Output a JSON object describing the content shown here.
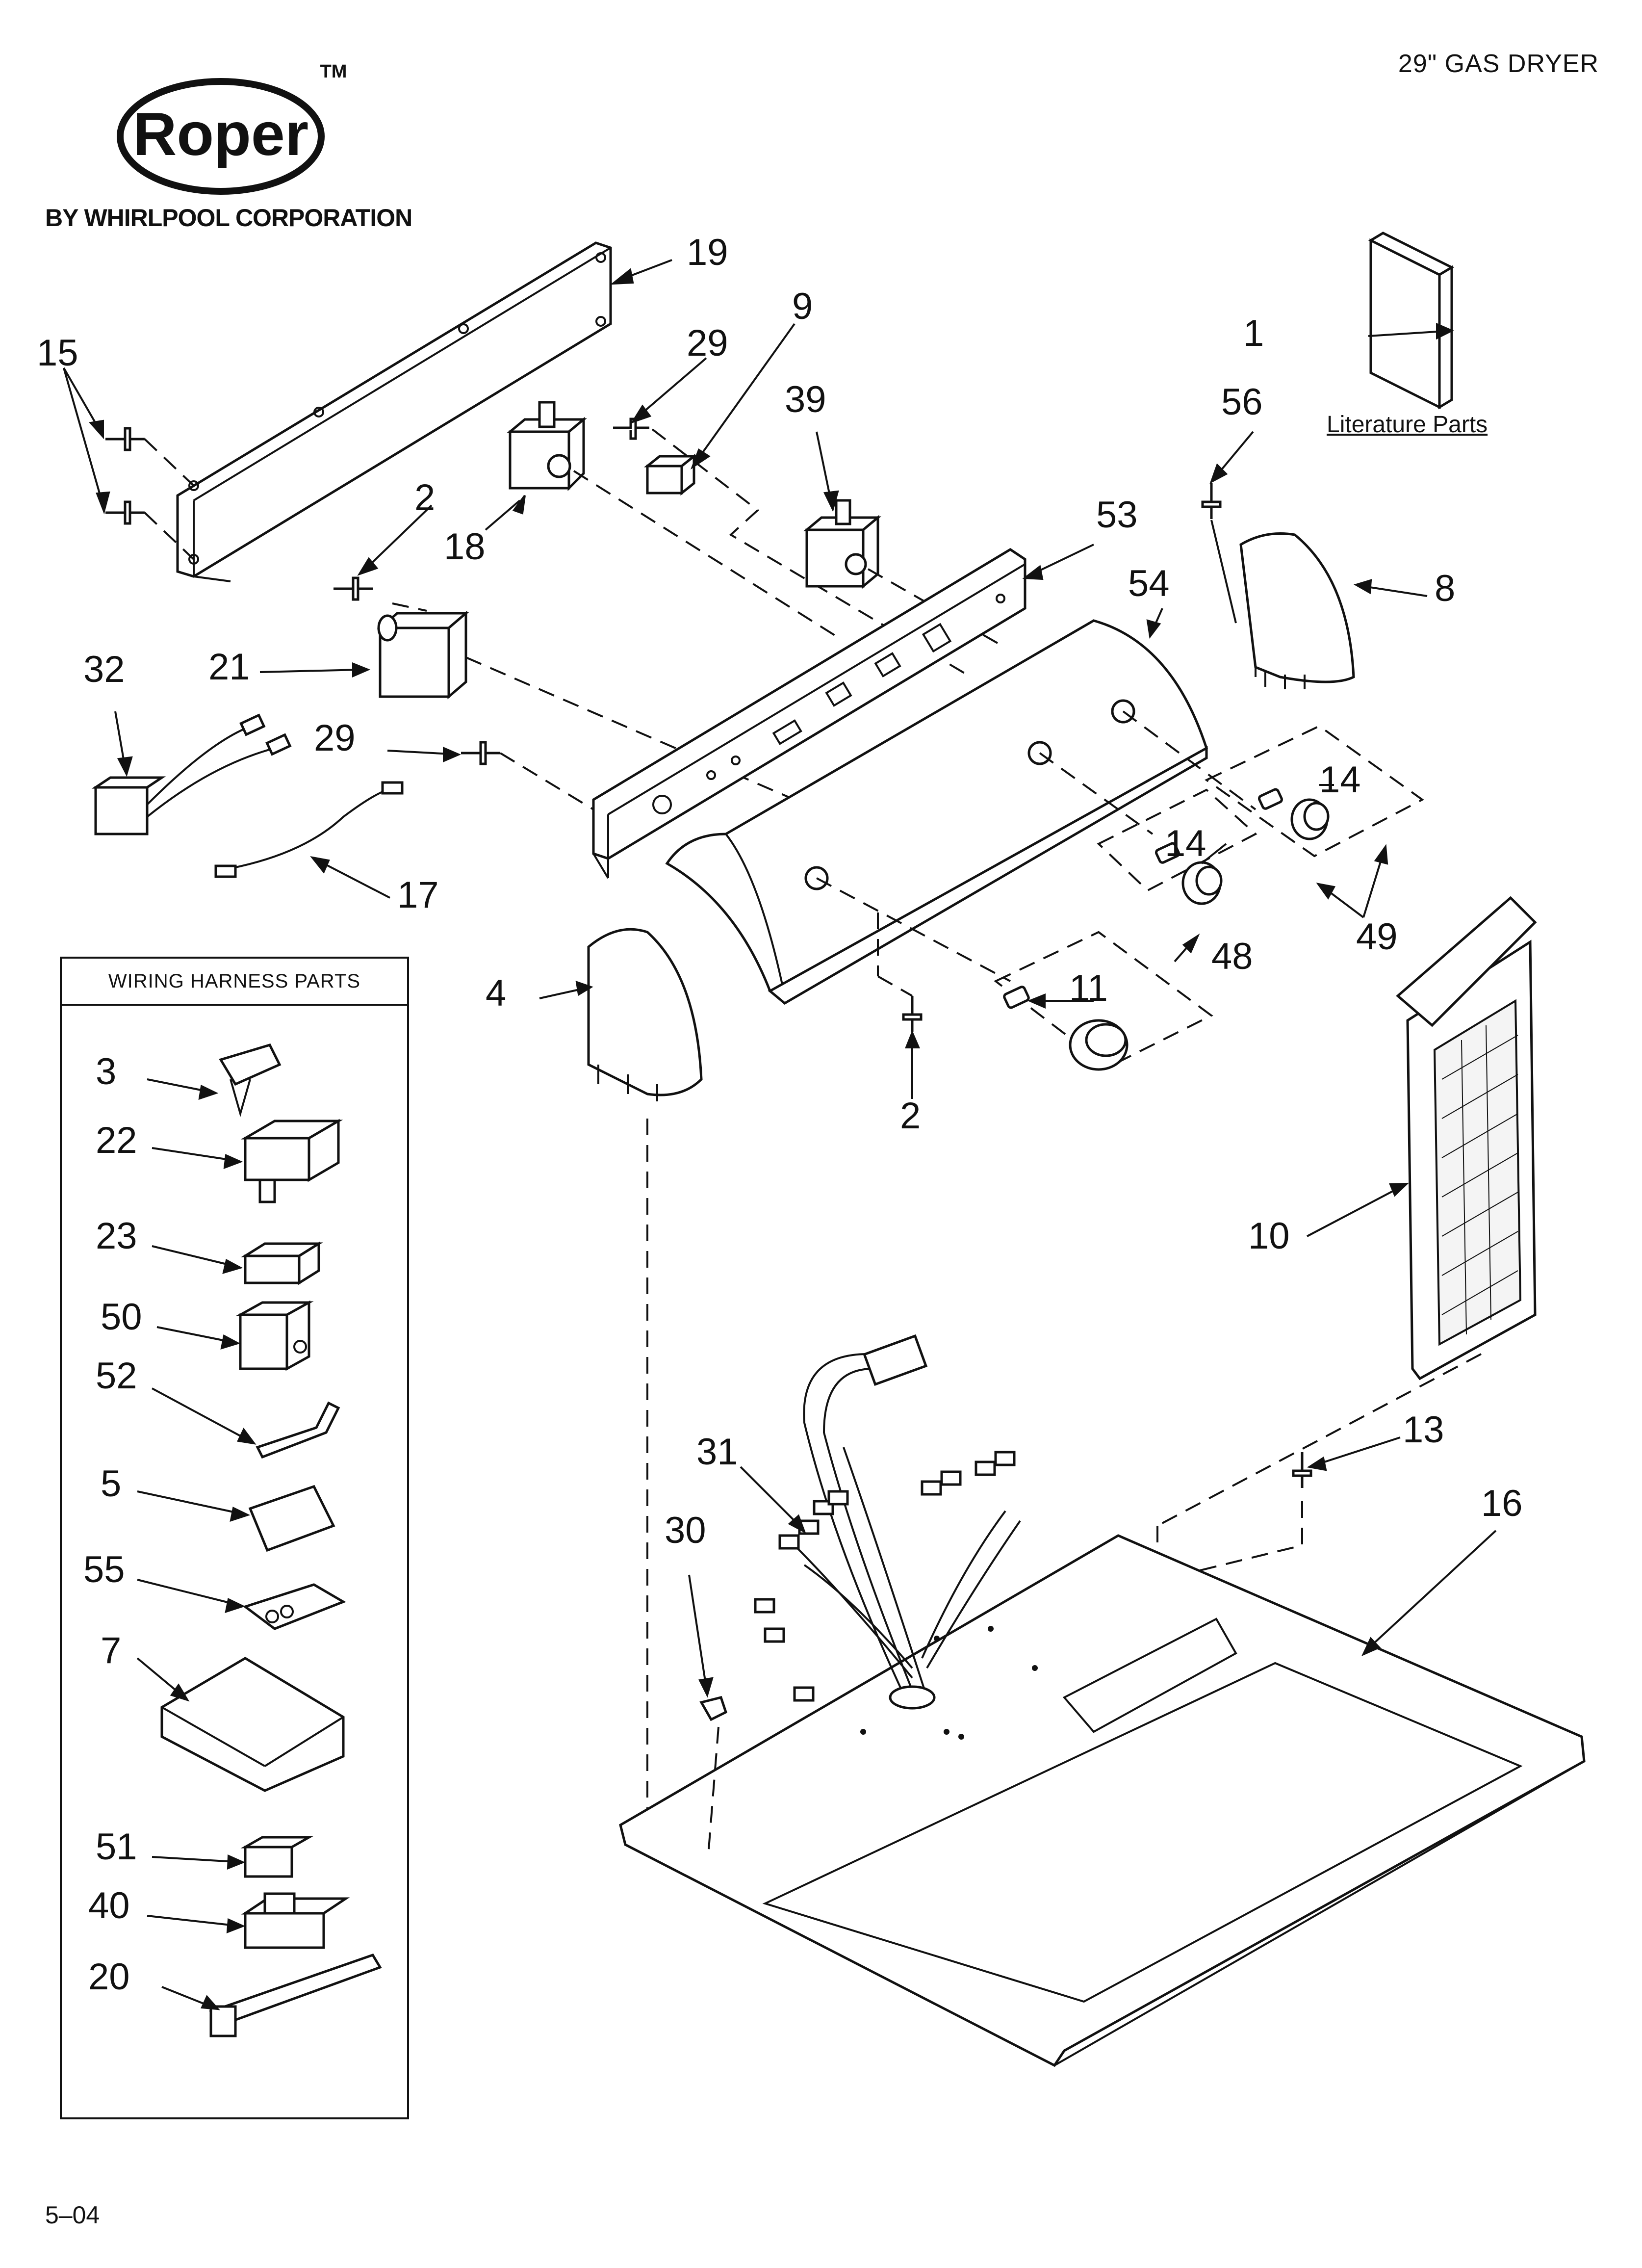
{
  "header": {
    "brand_logo_text": "Roper",
    "trademark": "TM",
    "byline": "BY WHIRLPOOL CORPORATION",
    "model_title": "29\" GAS DRYER"
  },
  "literature": {
    "label": "Literature Parts"
  },
  "wiring_box": {
    "title": "WIRING HARNESS PARTS"
  },
  "footer": {
    "date_code": "5–04"
  },
  "callouts": {
    "c1": "1",
    "c2a": "2",
    "c2b": "2",
    "c3": "3",
    "c4": "4",
    "c5": "5",
    "c7": "7",
    "c8": "8",
    "c9": "9",
    "c10": "10",
    "c11": "11",
    "c13": "13",
    "c14a": "14",
    "c14b": "14",
    "c15": "15",
    "c16": "16",
    "c17": "17",
    "c18": "18",
    "c19": "19",
    "c20": "20",
    "c21": "21",
    "c22": "22",
    "c23": "23",
    "c29a": "29",
    "c29b": "29",
    "c30": "30",
    "c31": "31",
    "c32": "32",
    "c39": "39",
    "c40": "40",
    "c48": "48",
    "c49": "49",
    "c50": "50",
    "c51": "51",
    "c52": "52",
    "c53": "53",
    "c54": "54",
    "c55": "55",
    "c56": "56"
  }
}
